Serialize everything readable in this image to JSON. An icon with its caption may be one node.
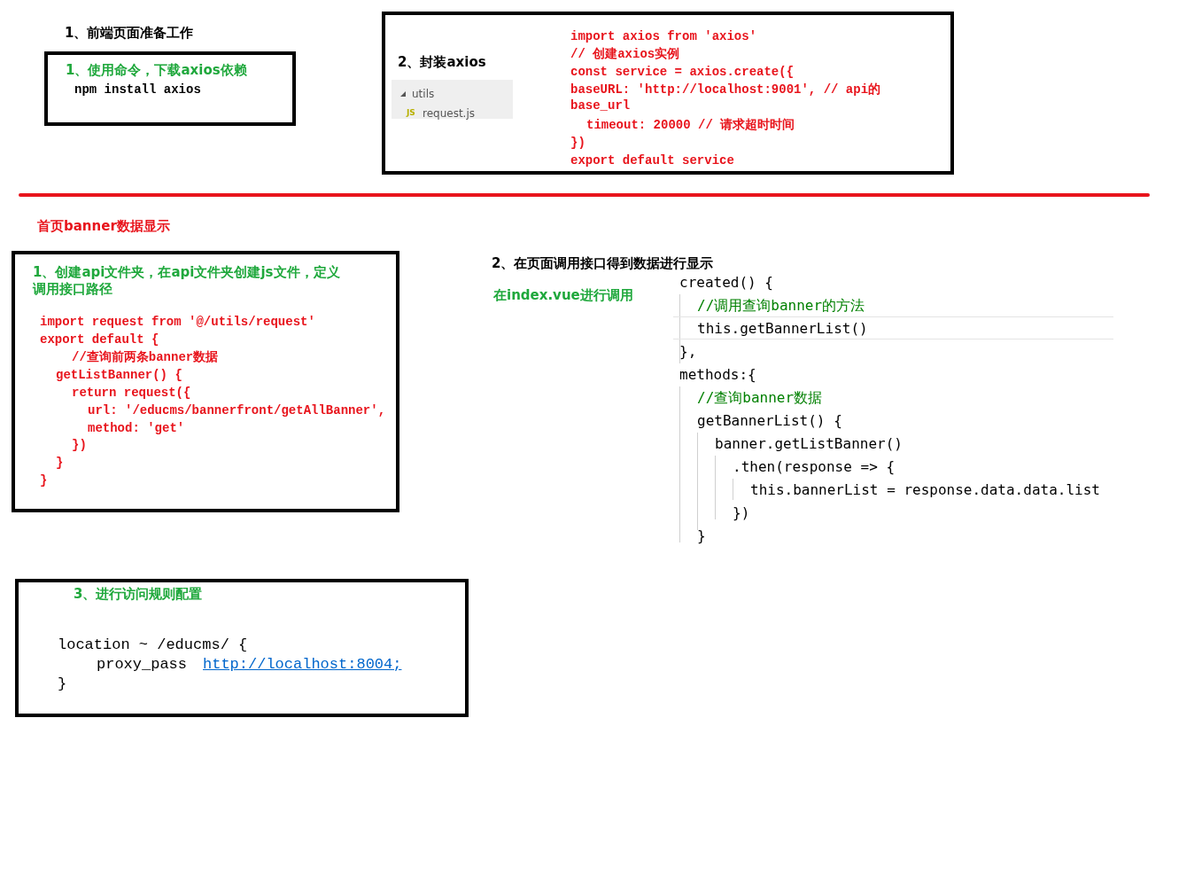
{
  "diagram": {
    "nodes": [
      {
        "text": [
          "1、使用命令，下载axios依赖",
          "npm install axios"
        ]
      },
      {
        "text": [
          "2、封装axios",
          "utils",
          "JS",
          "request.js",
          "import axios from 'axios'",
          "// 创建axios实例",
          "const service = axios.create({",
          "baseURL: 'http://localhost:9001', // api的 base_url",
          "timeout: 20000 // 请求超时时间",
          "})",
          "export default service"
        ]
      },
      {
        "text": [
          "1、创建api文件夹，在api文件夹创建js文件，定义调用接口路径",
          "import request from '@/utils/request'",
          "export default {",
          "//查询前两条banner数据",
          "getListBanner() {",
          "return request({",
          "url: '/educms/bannerfront/getAllBanner',",
          "method: 'get'",
          "})",
          "}",
          "}"
        ]
      },
      {
        "text": [
          "3、进行访问规则配置",
          "location ~ /educms/ {",
          "proxy_pass",
          "http://localhost:8004;",
          "}"
        ]
      }
    ],
    "labels": [
      "1、前端页面准备工作",
      "首页banner数据显示",
      "2、在页面调用接口得到数据进行显示",
      "在index.vue进行调用",
      "created() {",
      "//调用查询banner的方法",
      "this.getBannerList()",
      "},",
      "methods:{",
      "//查询banner数据",
      "getBannerList() {",
      "banner.getListBanner()",
      ".then(response => {",
      "this.bannerList = response.data.data.list",
      "})",
      "}"
    ]
  }
}
